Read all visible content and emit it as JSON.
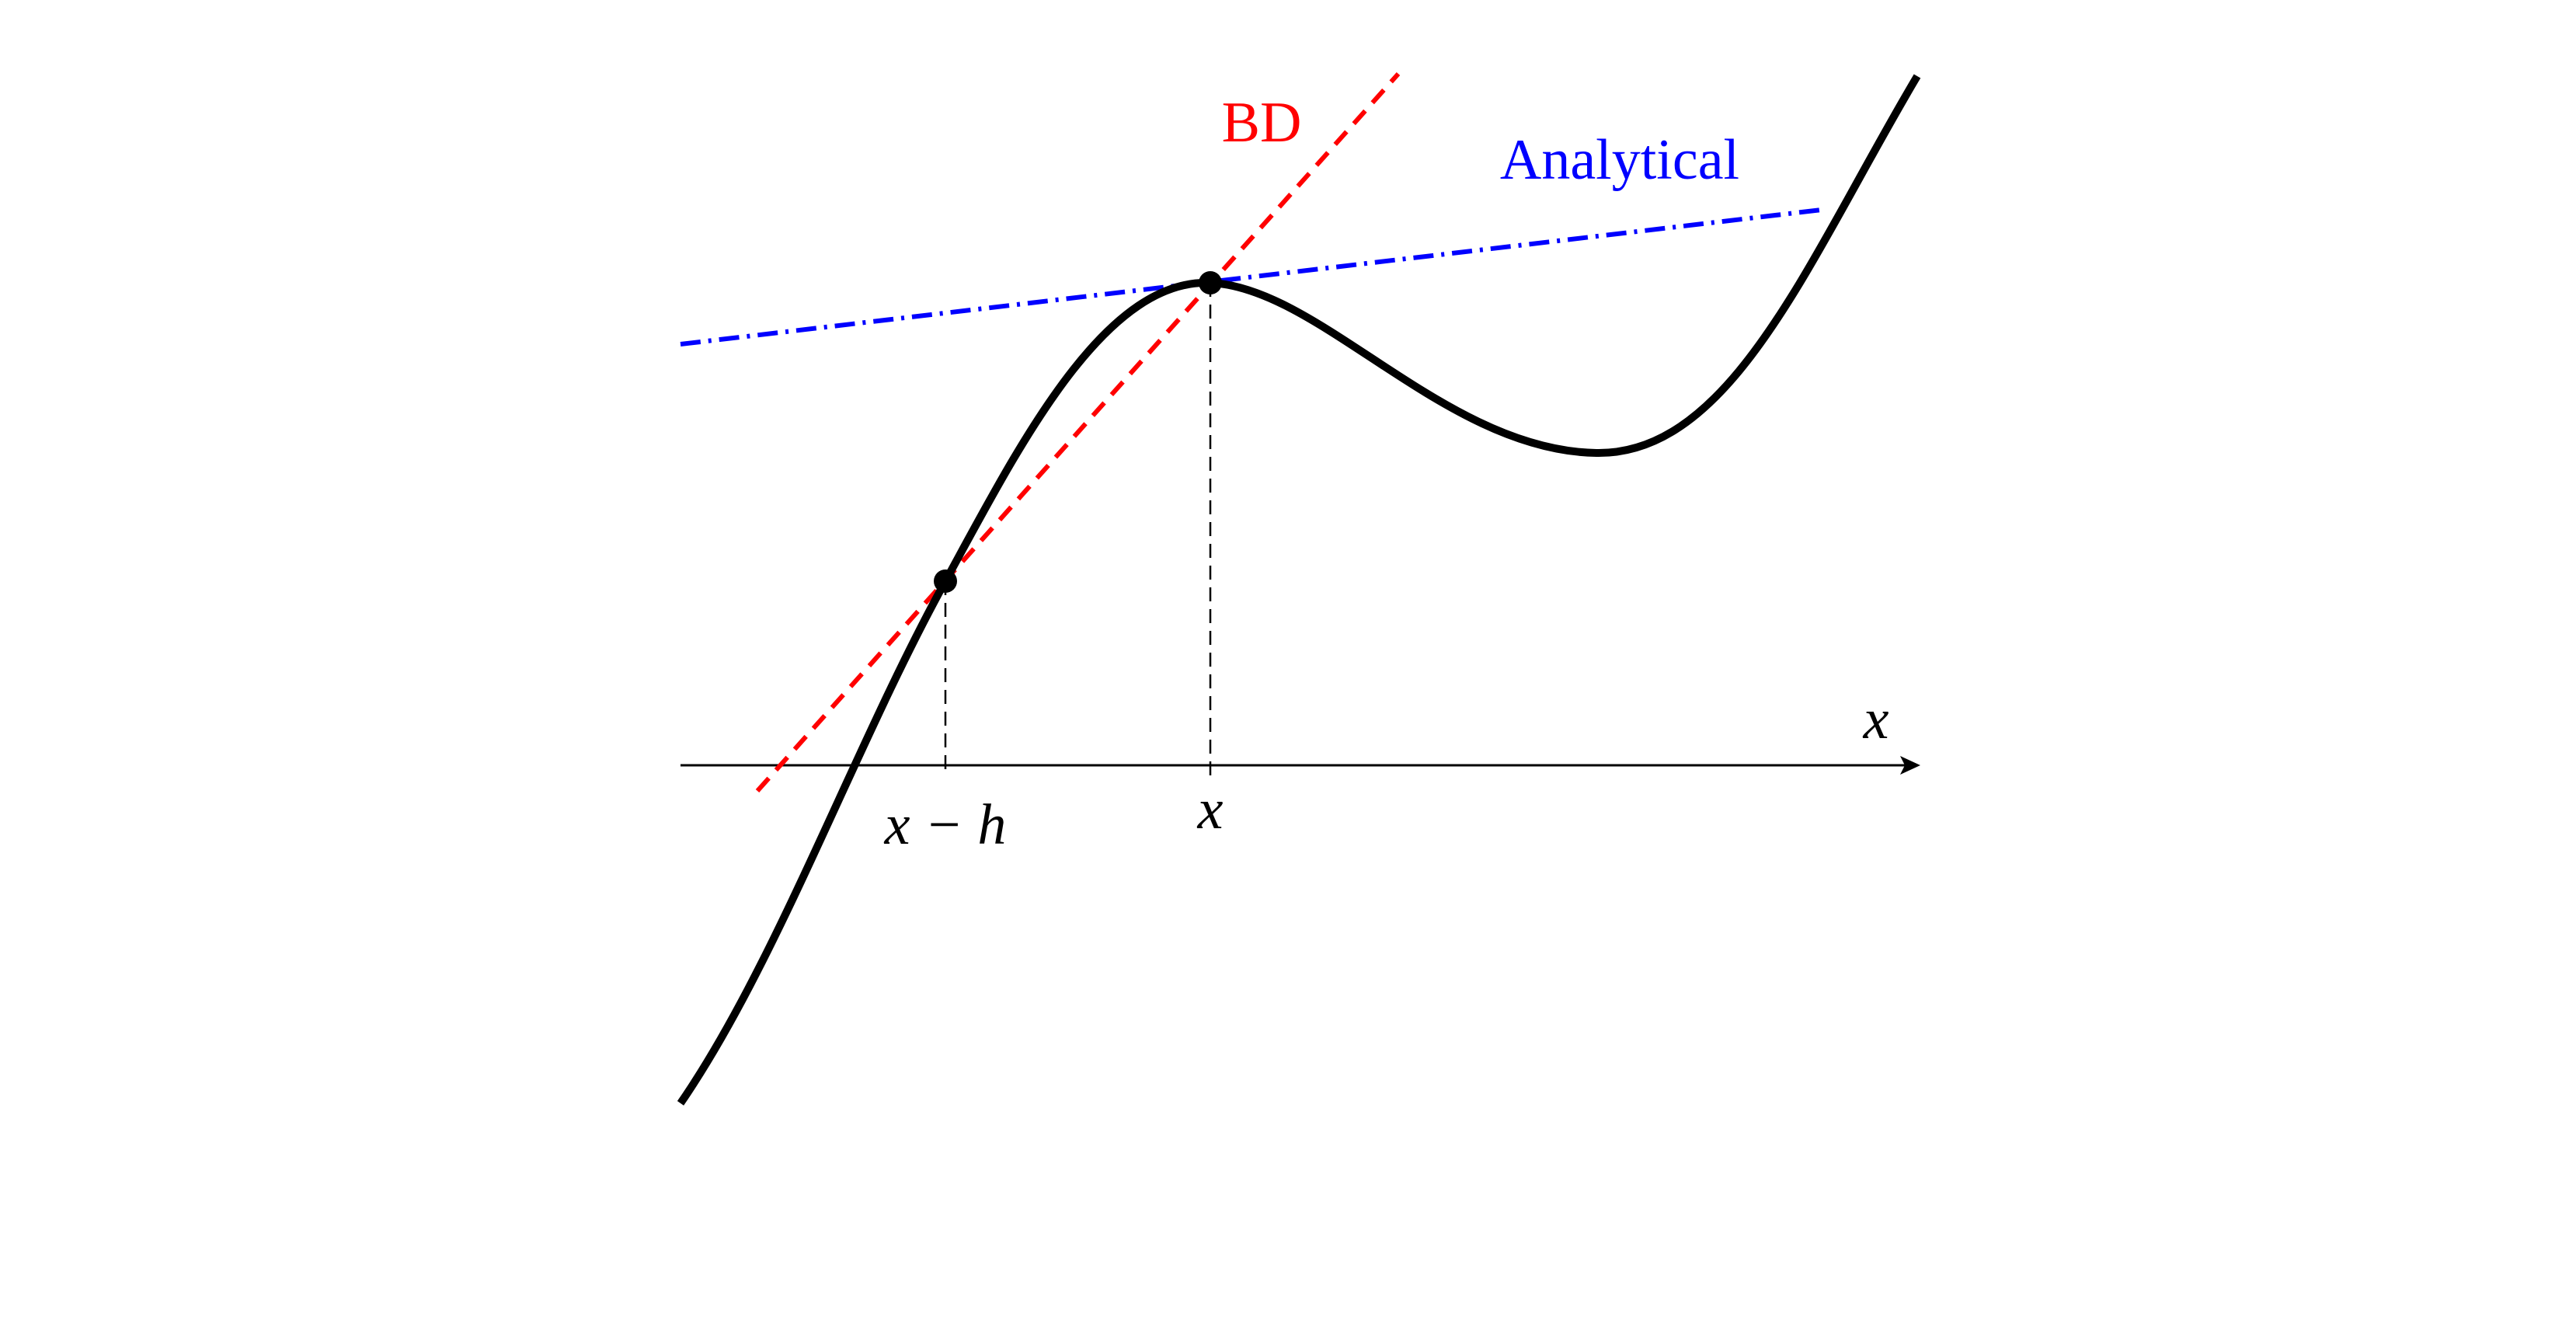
{
  "diagram": {
    "labels": {
      "bd": "BD",
      "analytical": "Analytical",
      "axis_x": "x",
      "tick_x_minus_h": "x − h",
      "tick_x": "x"
    },
    "colors": {
      "curve": "#000000",
      "bd_line": "#ff0000",
      "analytical_line": "#0000ff",
      "bd_label": "#ff0000",
      "analytical_label": "#0000ff",
      "axis": "#000000"
    },
    "line_styles": {
      "bd": "dashed",
      "analytical": "dash-dot",
      "projections": "dashed"
    },
    "points": [
      "x-h",
      "x"
    ]
  }
}
